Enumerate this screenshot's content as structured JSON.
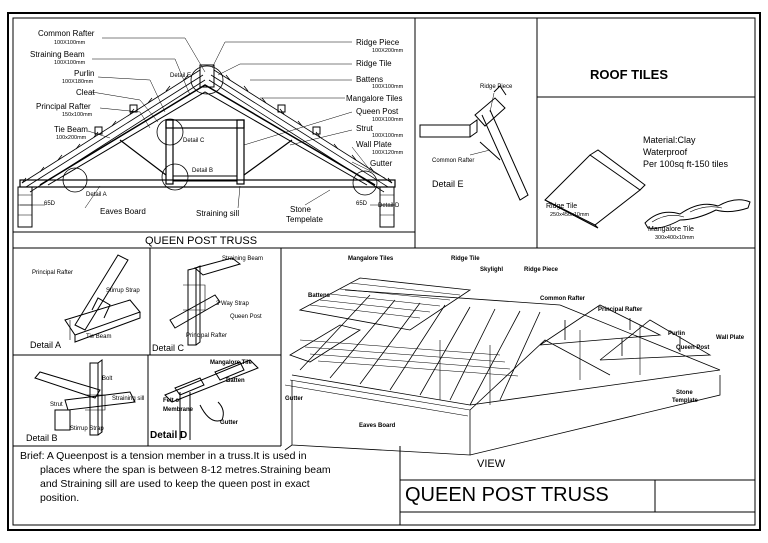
{
  "main_truss": {
    "title": "QUEEN POST TRUSS",
    "labels_left": {
      "common_rafter": "Common Rafter",
      "common_rafter_size": "100X100mm",
      "straining_beam": "Straining Beam",
      "straining_beam_size": "100X100mm",
      "purlin": "Purlin",
      "purlin_size": "100X180mm",
      "cleat": "Cleat",
      "principal_rafter": "Principal Rafter",
      "principal_rafter_size": "150x100mm",
      "tie_beam": "Tie Beam",
      "tie_beam_size": "100x200mm"
    },
    "labels_right": {
      "ridge_piece": "Ridge Piece",
      "ridge_piece_size": "100X200mm",
      "ridge_tile": "Ridge Tile",
      "battens": "Battens",
      "battens_size": "100X100mm",
      "mangalore_tiles": "Mangalore Tiles",
      "queen_post": "Queen Post",
      "queen_post_size": "100X100mm",
      "strut": "Strut",
      "strut_size": "100X100mm",
      "wall_plate": "Wall Plate",
      "wall_plate_size": "100X120mm",
      "gutter": "Gutter"
    },
    "callouts": {
      "detail_e": "Detail E",
      "detail_c": "Detail C",
      "detail_b": "Detail B",
      "detail_a": "Detail A",
      "detail_d": "Detail D"
    },
    "bottom": {
      "dim_left": "65D",
      "dim_right": "65D",
      "eaves_board": "Eaves Board",
      "straining_sill": "Straining sill",
      "stone_templete_1": "Stone",
      "stone_templete_2": "Tempelate"
    }
  },
  "detail_e": {
    "caption": "Detail  E",
    "ridge_piece": "Ridge Piece",
    "common_rafter": "Common Rafter"
  },
  "roof_tiles": {
    "title": "ROOF TILES",
    "material": "Material:Clay",
    "waterproof": "Waterproof",
    "per": "Per 100sq ft-150 tiles",
    "ridge_tile": "Ridge Tile",
    "ridge_tile_size": "250x450x10mm",
    "mangalore_tile": "Mangalore Tile",
    "mangalore_tile_size": "300x400x10mm"
  },
  "detail_a": {
    "caption": "Detail  A",
    "principal_rafter": "Principal Rafter",
    "stirrup_strap": "Stirrup Strap",
    "tie_beam": "Tie Beam"
  },
  "detail_c": {
    "caption": "Detail  C",
    "straining_beam": "Straining Beam",
    "way_strap": "3 Way Strap",
    "queen_post": "Queen Post",
    "principal_rafter": "Principal Rafter"
  },
  "detail_b": {
    "caption": "Detail  B",
    "bolt": "Bolt",
    "straining_sill": "Straining sill",
    "strut": "Strut",
    "stirrup_strap": "Stirrup Strap"
  },
  "detail_d": {
    "caption": "Detail D",
    "mangalore_tile": "Mangalore Tile",
    "batten": "Batten",
    "felt_1": "Felt or",
    "felt_2": "Membrane",
    "gutter": "Gutter"
  },
  "view": {
    "caption": "VIEW",
    "mangalore_tiles": "Mangalore Tiles",
    "ridge_tile": "Ridge Tile",
    "skylight": "Skylighl",
    "ridge_piece": "Ridge Piece",
    "common_rafter": "Common Rafter",
    "principal_rafter": "Principal Rafter",
    "battens": "Battens",
    "purlin": "Purlin",
    "queen_post": "Queen Post",
    "wall_plate": "Wall Plate",
    "stone_template_1": "Stone",
    "stone_template_2": "Template",
    "gutter": "Gutter",
    "eaves_board": "Eaves Board"
  },
  "brief": {
    "line1": "Brief: A Queenpost  is a tension member in a truss.It  is  used in",
    "line2": "places where the span is between 8-12 metres.Straining beam",
    "line3": "and Straining sill are used to keep the queen post in exact",
    "line4": "position."
  },
  "title_block": {
    "title": "QUEEN POST TRUSS"
  }
}
